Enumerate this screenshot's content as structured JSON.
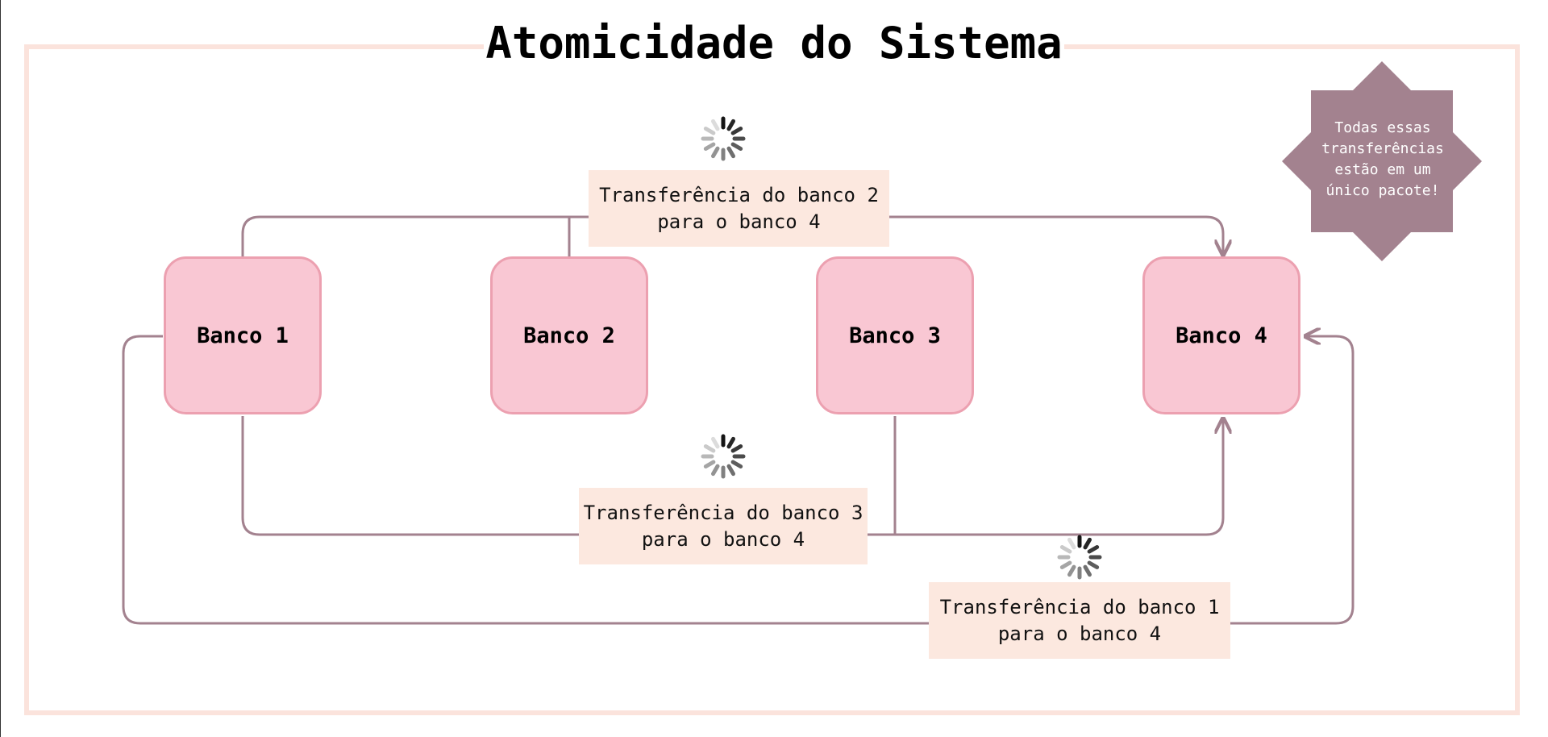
{
  "title": "Atomicidade do Sistema",
  "colors": {
    "frame": "#fbe3dc",
    "bank_fill": "#f9c7d3",
    "bank_border": "#eca0b0",
    "connector": "#a3828f",
    "label_fill": "#fce8df",
    "note_fill": "#a3828f"
  },
  "banks": [
    {
      "label": "Banco 1"
    },
    {
      "label": "Banco 2"
    },
    {
      "label": "Banco 3"
    },
    {
      "label": "Banco 4"
    }
  ],
  "transfers": [
    {
      "line1": "Transferência do banco 2",
      "line2": "para o banco 4",
      "icon": "loading-spinner-icon"
    },
    {
      "line1": "Transferência do banco 3",
      "line2": "para o banco 4",
      "icon": "loading-spinner-icon"
    },
    {
      "line1": "Transferência do banco 1",
      "line2": "para o banco 4",
      "icon": "loading-spinner-icon"
    }
  ],
  "note": {
    "shape": "eight-point-star",
    "lines": [
      "Todas essas",
      "transferências",
      "estão em um",
      "único pacote!"
    ]
  }
}
